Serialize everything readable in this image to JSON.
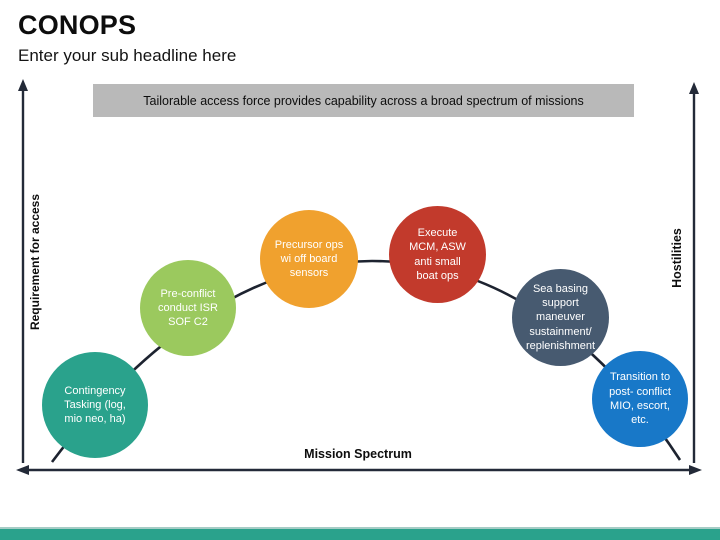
{
  "slide": {
    "title": "CONOPS",
    "subtitle": "Enter your sub headline here",
    "banner": "Tailorable access force provides capability across a broad spectrum of missions",
    "axes": {
      "left": "Requirement for access",
      "right": "Hostilities",
      "bottom": "Mission Spectrum"
    },
    "nodes": [
      {
        "label": "Contingency\nTasking (log,\nmio neo, ha)",
        "color": "#2aa28c"
      },
      {
        "label": "Pre-conflict\nconduct ISR\nSOF C2",
        "color": "#9bc95e"
      },
      {
        "label": "Precursor ops\nwi off board\nsensors",
        "color": "#f0a12e"
      },
      {
        "label": "Execute\nMCM, ASW\nanti small\nboat ops",
        "color": "#c23a2c"
      },
      {
        "label": "Sea basing\nsupport\nmaneuver\nsustainment/\nreplenishment",
        "color": "#475a70"
      },
      {
        "label": "Transition to\npost- conflict\nMIO, escort,\netc.",
        "color": "#1878c8"
      }
    ],
    "colors": {
      "banner_bg": "#b9b9b9",
      "axis_line": "#232a38",
      "footer_bar": "#2aa28c",
      "footer_accent": "#a5ccc5"
    }
  }
}
